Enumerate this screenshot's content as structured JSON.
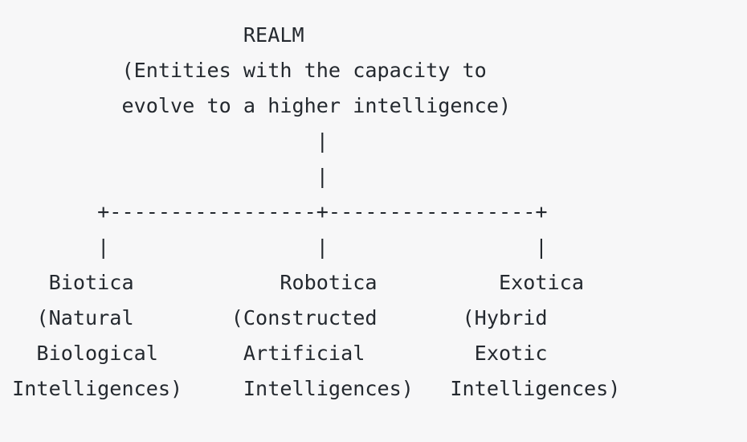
{
  "lines": [
    "                    REALM",
    "          (Entities with the capacity to",
    "          evolve to a higher intelligence)",
    "                          |",
    "                          |",
    "        +-----------------+-----------------+",
    "        |                 |                 |",
    "    Biotica            Robotica          Exotica",
    "   (Natural        (Constructed       (Hybrid",
    "   Biological       Artificial         Exotic",
    " Intelligences)     Intelligences)   Intelligences)"
  ],
  "nodes": {
    "root": {
      "title": "REALM",
      "desc_line1": "(Entities with the capacity to",
      "desc_line2": "evolve to a higher intelligence)"
    },
    "children": [
      {
        "title": "Biotica",
        "desc": [
          "(Natural",
          "Biological",
          "Intelligences)"
        ]
      },
      {
        "title": "Robotica",
        "desc": [
          "(Constructed",
          "Artificial",
          "Intelligences)"
        ]
      },
      {
        "title": "Exotica",
        "desc": [
          "(Hybrid",
          "Exotic",
          "Intelligences)"
        ]
      }
    ]
  },
  "colors": {
    "background": "#f7f7f8",
    "text": "#24292f"
  }
}
